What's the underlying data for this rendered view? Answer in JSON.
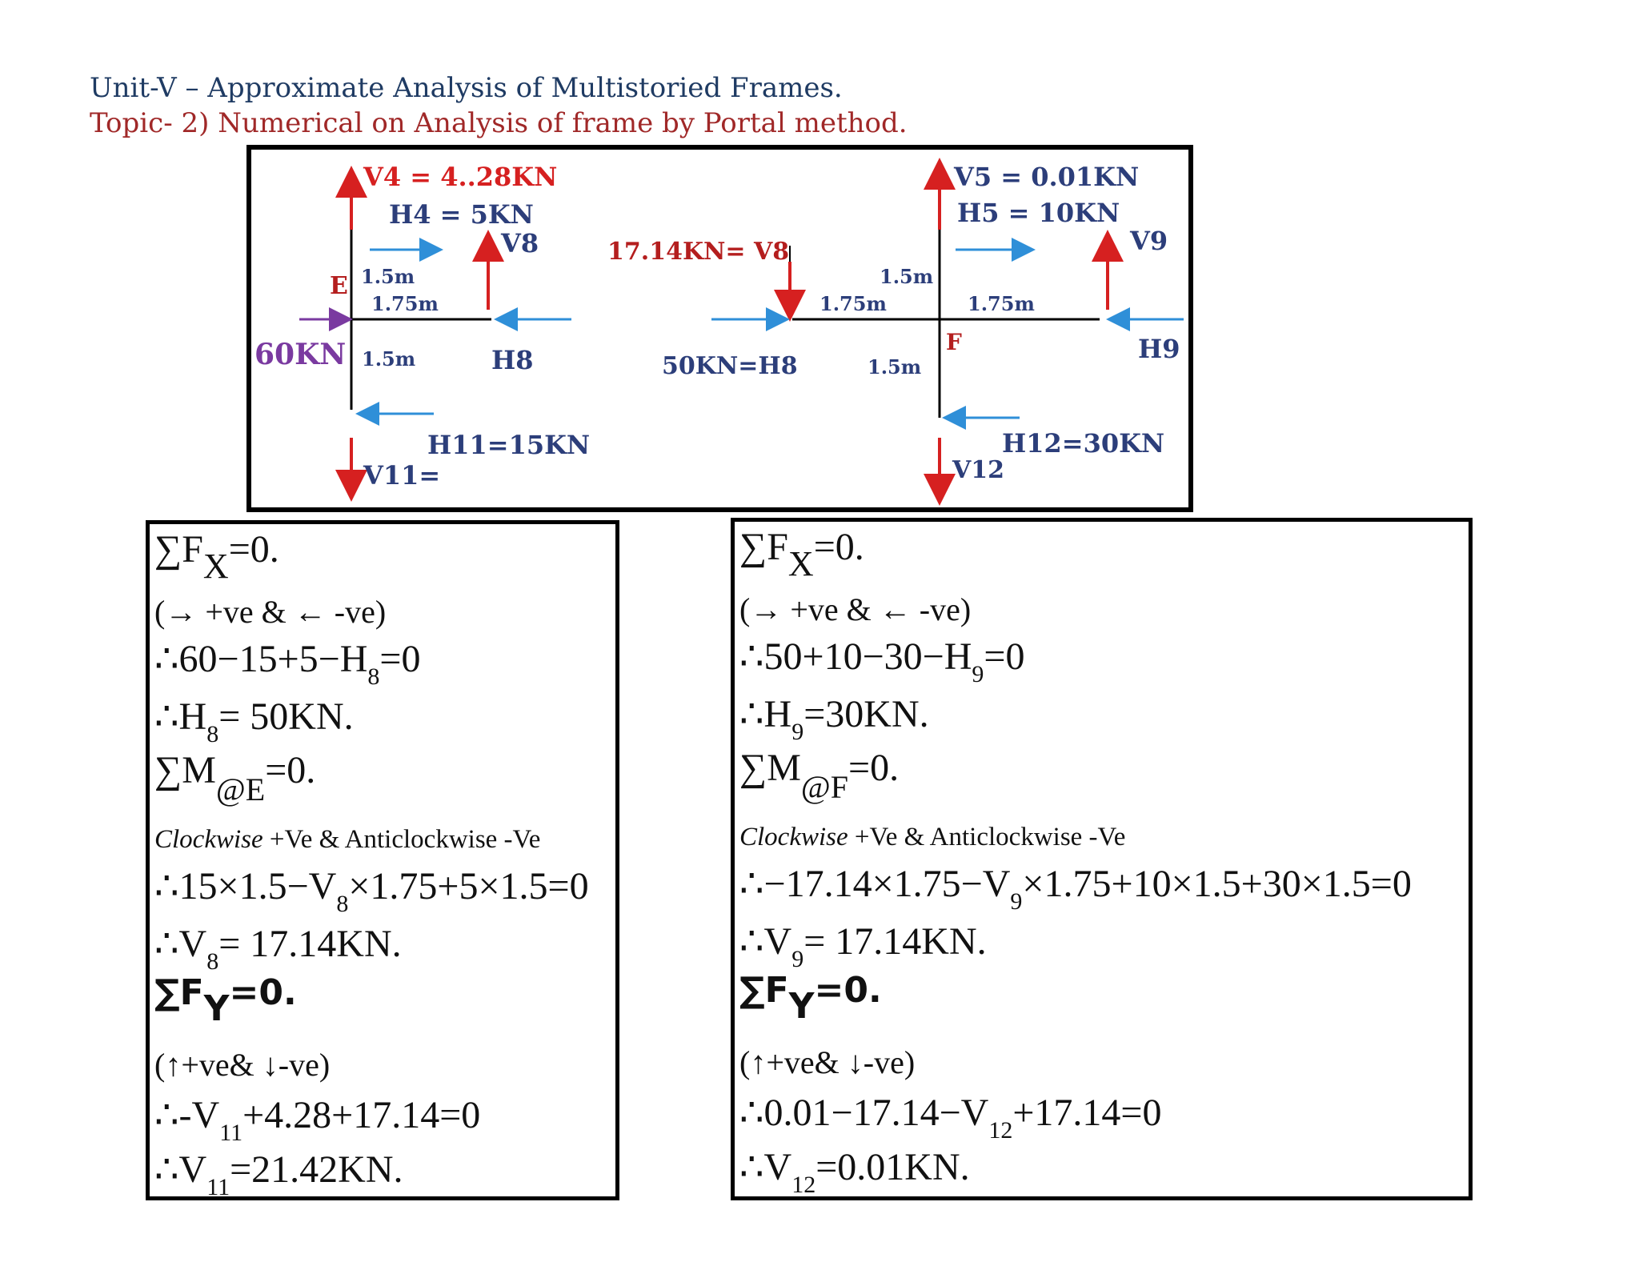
{
  "headings": {
    "unit": "Unit-V – Approximate Analysis of Multistoried Frames.",
    "topic": "Topic- 2) Numerical on Analysis of frame by Portal method."
  },
  "diagram": {
    "joint_e": "E",
    "joint_f": "F",
    "v4": "V4 = 4..28KN",
    "h4": "H4 = 5KN",
    "v8_left": "V8",
    "dim_15_top_left": "1.5m",
    "dim_175_left": "1.75m",
    "load_60": "60KN",
    "dim_15_bot_left": "1.5m",
    "h8_left": "H8",
    "h11": "H11=15KN",
    "v11": "V11=",
    "v8_right": "17.14KN= V8",
    "h8_right": "50KN=H8",
    "dim_15_top_right": "1.5m",
    "dim_175_right_a": "1.75m",
    "dim_175_right_b": "1.75m",
    "dim_15_bot_right": "1.5m",
    "v5": "V5 = 0.01KN",
    "h5": "H5 = 10KN",
    "v9": "V9",
    "h9": "H9",
    "h12": "H12=30KN",
    "v12": "V12",
    "colors": {
      "red": "#d62020",
      "blue": "#2f8fd8",
      "purple": "#7a3aa0",
      "navy": "#2c3e7a",
      "dark_red": "#b41e1e"
    }
  },
  "left_box": {
    "l1_sigma": "∑F",
    "l1_sub": "X",
    "l1_rest": "=0.",
    "l2": "(→ +ve & ← -ve)",
    "l3_a": "∴60−15+5−H",
    "l3_sub": "8",
    "l3_b": "=0",
    "l4_a": "∴H",
    "l4_sub": "8",
    "l4_b": "= 50KN.",
    "l5_sigma": "∑M",
    "l5_sub": "@E",
    "l5_rest": "=0.",
    "l6_italic": "Clockwise",
    "l6_rest": " +Ve & Anticlockwise -Ve",
    "l7_a": "∴15×1.5−V",
    "l7_sub": "8",
    "l7_b": "×1.75+5×1.5=0",
    "l8_a": "∴V",
    "l8_sub": "8",
    "l8_b": "= 17.14KN.",
    "l9_sigma": "∑F",
    "l9_sub": "Y",
    "l9_rest": "=0.",
    "l10": "(↑+ve& ↓-ve)",
    "l11_a": "∴-V",
    "l11_sub": "11",
    "l11_b": "+4.28+17.14=0",
    "l12_a": "∴V",
    "l12_sub": "11",
    "l12_b": "=21.42KN."
  },
  "right_box": {
    "r1_sigma": "∑F",
    "r1_sub": "X",
    "r1_rest": "=0.",
    "r2": "(→ +ve & ← -ve)",
    "r3_a": "∴50+10−30−H",
    "r3_sub": "9",
    "r3_b": "=0",
    "r4_a": "∴H",
    "r4_sub": "9",
    "r4_b": "=30KN.",
    "r5_sigma": "∑M",
    "r5_sub": "@F",
    "r5_rest": "=0.",
    "r6_italic": "Clockwise",
    "r6_rest": " +Ve & Anticlockwise -Ve",
    "r7_a": "∴−17.14×1.75−V",
    "r7_sub": "9",
    "r7_b": "×1.75+10×1.5+30×1.5=0",
    "r8_a": "∴V",
    "r8_sub": "9",
    "r8_b": "= 17.14KN.",
    "r9_sigma": "∑F",
    "r9_sub": "Y",
    "r9_rest": "=0.",
    "r10": "(↑+ve& ↓-ve)",
    "r11_a": "∴0.01−17.14−V",
    "r11_sub": "12",
    "r11_b": "+17.14=0",
    "r12_a": "∴V",
    "r12_sub": "12",
    "r12_b": "=0.01KN."
  }
}
